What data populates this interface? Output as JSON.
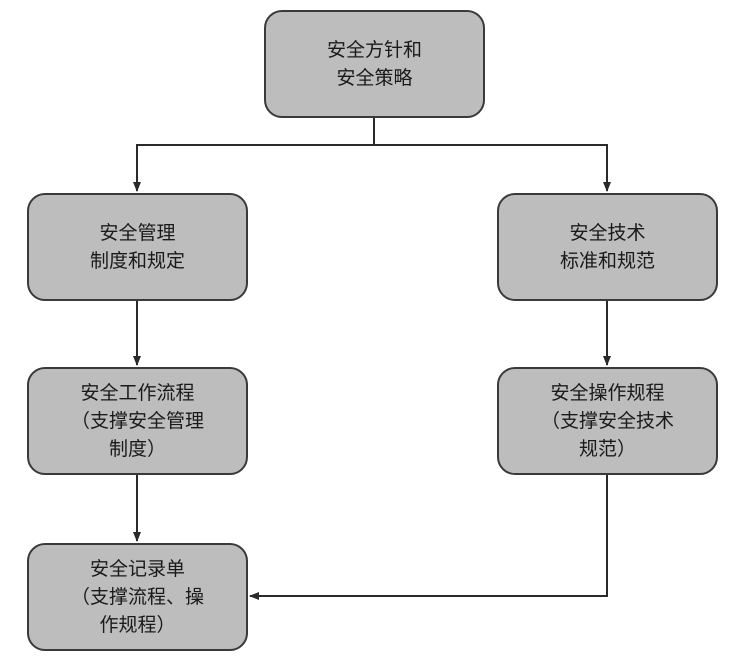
{
  "diagram": {
    "nodes": {
      "policy": {
        "lines": [
          "安全方针和",
          "安全策略"
        ]
      },
      "mgmt": {
        "lines": [
          "安全管理",
          "制度和规定"
        ]
      },
      "tech": {
        "lines": [
          "安全技术",
          "标准和规范"
        ]
      },
      "workflow": {
        "lines": [
          "安全工作流程",
          "（支撑安全管理",
          "制度）"
        ]
      },
      "operation": {
        "lines": [
          "安全操作规程",
          "（支撑安全技术",
          "规范）"
        ]
      },
      "record": {
        "lines": [
          "安全记录单",
          "（支撑流程、操",
          "作规程）"
        ]
      }
    },
    "edges": [
      {
        "from": "policy",
        "to": "mgmt"
      },
      {
        "from": "policy",
        "to": "tech"
      },
      {
        "from": "mgmt",
        "to": "workflow"
      },
      {
        "from": "tech",
        "to": "operation"
      },
      {
        "from": "workflow",
        "to": "record"
      },
      {
        "from": "operation",
        "to": "record"
      }
    ],
    "colors": {
      "node_fill": "#bdbdbd",
      "node_border": "#3a3a3a",
      "edge": "#2a2a2a"
    }
  }
}
